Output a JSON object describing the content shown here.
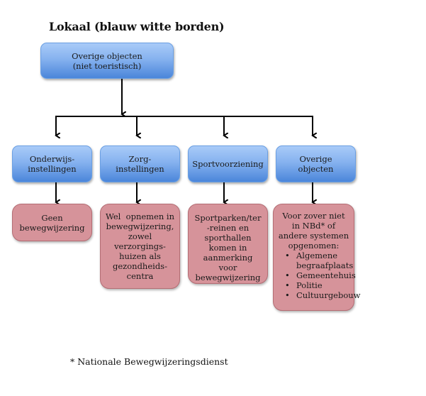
{
  "title": "Lokaal (blauw witte borden)",
  "root": {
    "label": "Overige objecten (niet toeristisch)"
  },
  "categories": [
    {
      "label": "Onderwijs-\ninstellingen",
      "lines": [
        "Onderwijs-",
        "instellingen"
      ],
      "outcome": {
        "lines": [
          "Geen",
          "bewegwijzering"
        ]
      }
    },
    {
      "label": "Zorg-\ninstellingen",
      "lines": [
        "Zorg-",
        "instellingen"
      ],
      "outcome": {
        "lines": [
          "Wel  opnemen in",
          "bewegwijzering,",
          "zowel",
          "verzorgings-",
          "huizen als",
          "gezondheids-",
          "centra"
        ]
      }
    },
    {
      "label": "Sportvoorziening",
      "lines": [
        "Sportvoorziening"
      ],
      "outcome": {
        "lines": [
          "Sportparken/ter",
          "-reinen en",
          "sporthallen",
          "komen in",
          "aanmerking voor",
          "bewegwijzering"
        ]
      }
    },
    {
      "label": "Overige objecten",
      "lines": [
        "Overige objecten"
      ],
      "outcome": {
        "lines": [
          "Voor zover niet",
          "in NBd* of",
          "andere systemen",
          "opgenomen:"
        ],
        "bullets": [
          "Algemene begraafplaats",
          "Gemeentehuis",
          "Politie",
          "Cultuurgebouw"
        ],
        "bullet_lines": [
          [
            "Algemene",
            "begraafplaats"
          ],
          [
            "Gemeentehuis"
          ],
          [
            "Politie"
          ],
          [
            "Cultuurgebouw"
          ]
        ]
      }
    }
  ],
  "footnote": "* Nationale Bewegwijzeringsdienst",
  "colors": {
    "category_box": "#86b2ef",
    "outcome_box": "#d6939a",
    "connector": "#000000"
  }
}
